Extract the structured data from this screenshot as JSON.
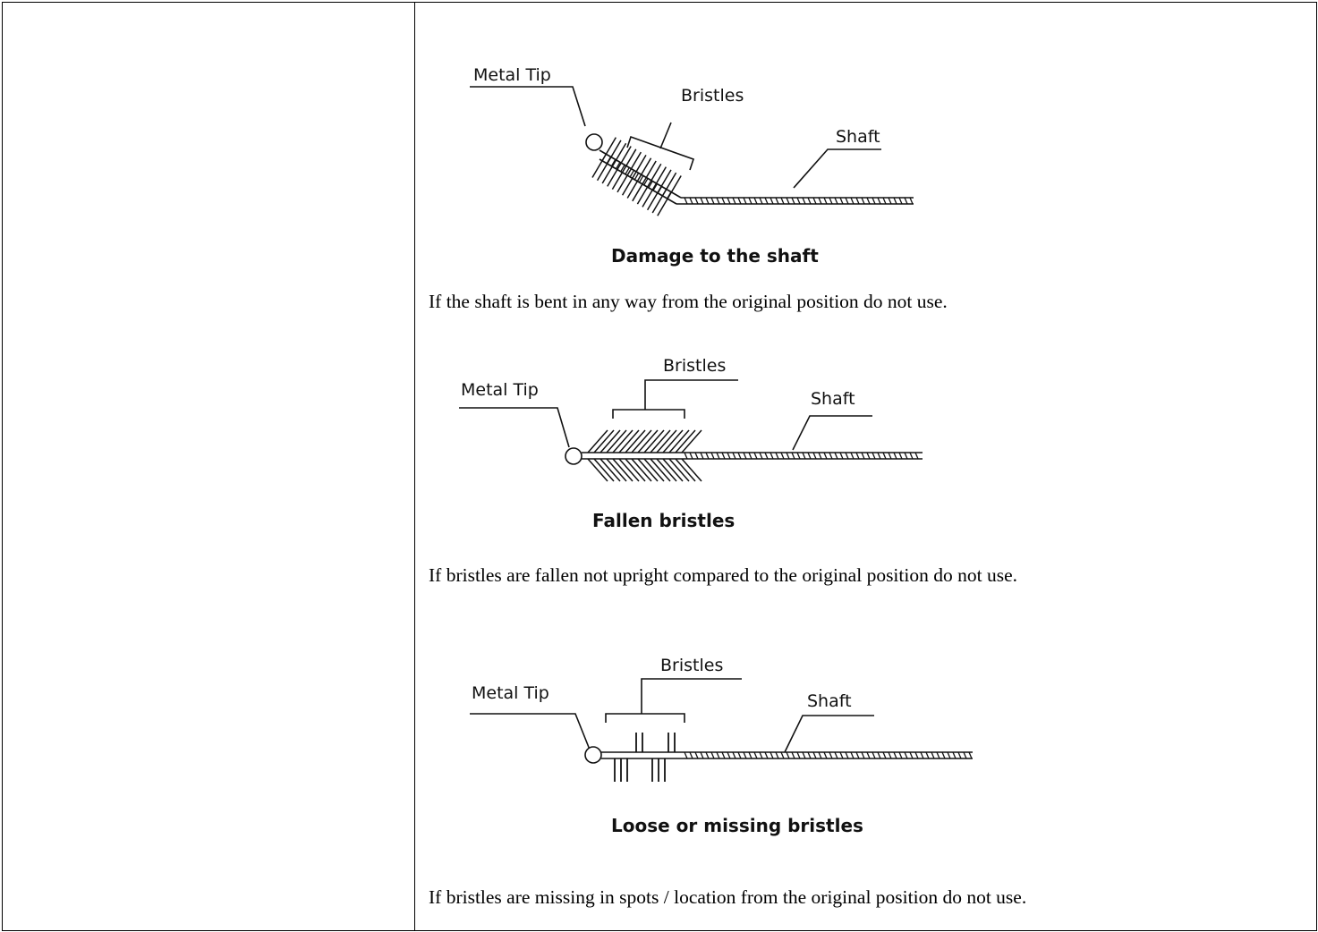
{
  "figures": [
    {
      "caption": "Damage to the shaft",
      "labels": {
        "metal_tip": "Metal Tip",
        "bristles": "Bristles",
        "shaft": "Shaft"
      },
      "instruction": "If the shaft is bent in any way from the original position do not use."
    },
    {
      "caption": "Fallen bristles",
      "labels": {
        "metal_tip": "Metal Tip",
        "bristles": "Bristles",
        "shaft": "Shaft"
      },
      "instruction": "If bristles are fallen not upright compared to the original position do not use."
    },
    {
      "caption": "Loose or missing bristles",
      "labels": {
        "metal_tip": "Metal Tip",
        "bristles": "Bristles",
        "shaft": "Shaft"
      },
      "instruction": "If bristles are missing in spots / location from the original position do not use."
    }
  ]
}
